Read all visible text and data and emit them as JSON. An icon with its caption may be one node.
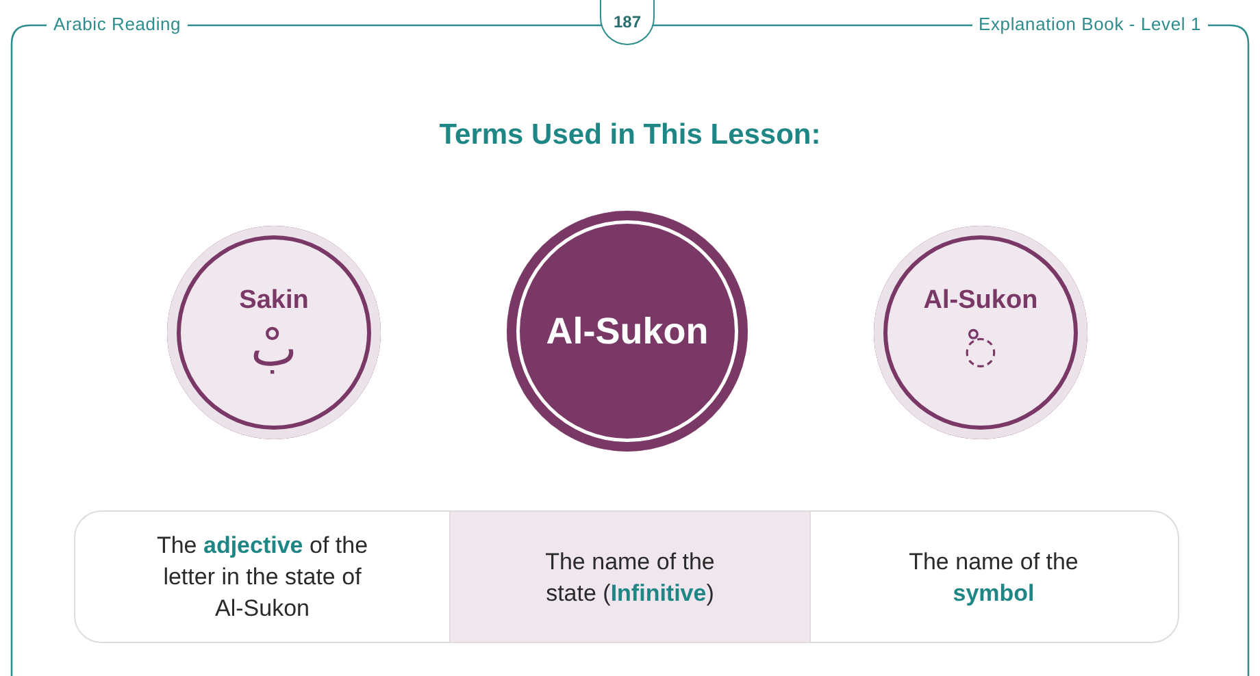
{
  "diagram": {
    "title": "Terms Used in This Lesson:",
    "nodes": [
      {
        "text": [
          "Sakin",
          "بْ"
        ]
      },
      {
        "text": [
          "Al-Sukon"
        ]
      },
      {
        "text": [
          "Al-Sukon",
          "◌ْ"
        ]
      }
    ],
    "labels": [
      "Arabic Reading",
      "187",
      "Explanation Book - Level 1",
      "The **adjective** of the letter in the state of Al-Sukon",
      "The name of the state (**Infinitive**)",
      "The name of the **symbol**"
    ]
  }
}
